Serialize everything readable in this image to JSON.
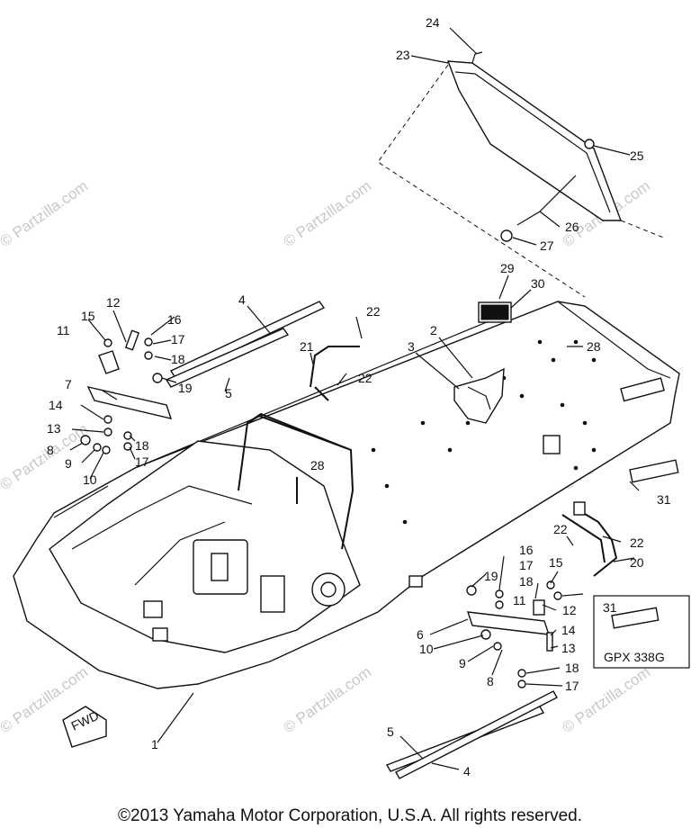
{
  "watermark": "© Partzilla.com",
  "copyright": "©2013 Yamaha Motor Corporation, U.S.A. All rights reserved.",
  "fwd_label": "FWD",
  "decal_text": "GPX 338G",
  "callouts": {
    "c1": "1",
    "c2": "2",
    "c3": "3",
    "c4a": "4",
    "c4b": "4",
    "c5a": "5",
    "c5b": "5",
    "c6": "6",
    "c7": "7",
    "c8a": "8",
    "c8b": "8",
    "c9a": "9",
    "c9b": "9",
    "c10a": "10",
    "c10b": "10",
    "c11a": "11",
    "c11b": "11",
    "c12a": "12",
    "c12b": "12",
    "c13a": "13",
    "c13b": "13",
    "c14a": "14",
    "c14b": "14",
    "c15a": "15",
    "c15b": "15",
    "c16a": "16",
    "c16b": "16",
    "c17a": "17",
    "c17b": "17",
    "c17c": "17",
    "c17d": "17",
    "c18a": "18",
    "c18b": "18",
    "c18c": "18",
    "c18d": "18",
    "c19a": "19",
    "c19b": "19",
    "c20": "20",
    "c21": "21",
    "c22a": "22",
    "c22b": "22",
    "c22c": "22",
    "c22d": "22",
    "c23": "23",
    "c24": "24",
    "c25": "25",
    "c26": "26",
    "c27": "27",
    "c28a": "28",
    "c28b": "28",
    "c29": "29",
    "c30": "30",
    "c31a": "31",
    "c31b": "31"
  }
}
